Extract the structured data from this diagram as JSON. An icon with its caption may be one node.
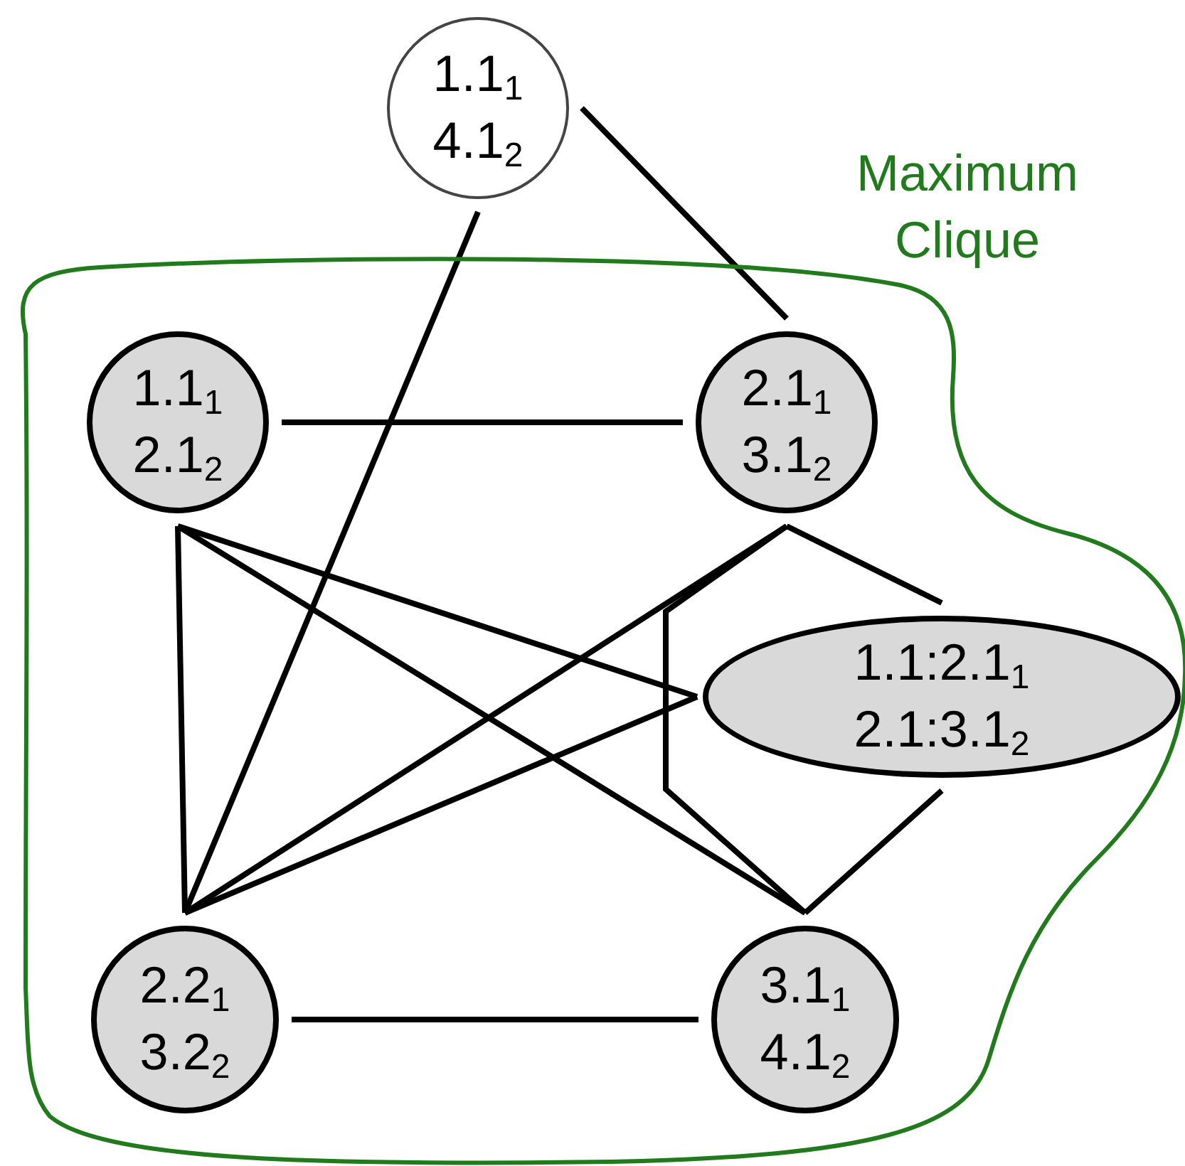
{
  "diagram": {
    "nodes": [
      {
        "text": [
          "1.1$_{1}$",
          "4.1$_{2}$"
        ]
      },
      {
        "text": [
          "Maximum Clique"
        ]
      },
      {
        "text": [
          "1.1$_{1}$",
          "2.1$_{2}$"
        ],
        "in": 1
      },
      {
        "text": [
          "2.1$_{1}$",
          "3.1$_{2}$"
        ],
        "in": 1
      },
      {
        "text": [
          "1.1:2.1$_{1}$",
          "2.1:3.1$_{2}$"
        ],
        "in": 1
      },
      {
        "text": [
          "2.2$_{1}$",
          "3.2$_{2}$"
        ],
        "in": 1
      },
      {
        "text": [
          "3.1$_{1}$",
          "4.1$_{2}$"
        ],
        "in": 1
      }
    ],
    "edges": [
      {
        "from": 0,
        "to": 3,
        "arrow": "none"
      },
      {
        "from": 0,
        "to": 5,
        "arrow": "none"
      },
      {
        "from": 2,
        "to": 3,
        "arrow": "none"
      },
      {
        "from": 2,
        "to": 5,
        "arrow": "none"
      },
      {
        "from": 2,
        "to": 4,
        "arrow": "none"
      },
      {
        "from": 2,
        "to": 6,
        "arrow": "none"
      },
      {
        "from": 3,
        "to": 5,
        "arrow": "none"
      },
      {
        "from": 3,
        "to": 4,
        "arrow": "none"
      },
      {
        "from": 3,
        "to": 6,
        "arrow": "none"
      },
      {
        "from": 4,
        "to": 5,
        "arrow": "none"
      },
      {
        "from": 4,
        "to": 6,
        "arrow": "none"
      },
      {
        "from": 5,
        "to": 6,
        "arrow": "none"
      }
    ]
  }
}
